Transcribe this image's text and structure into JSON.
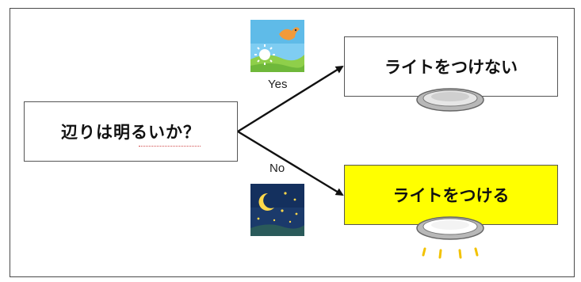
{
  "question": {
    "text": "辺りは明るいか？"
  },
  "outcomes": {
    "bright": {
      "text": "ライトをつけない"
    },
    "dark": {
      "text": "ライトをつける"
    }
  },
  "branches": {
    "yes": "Yes",
    "no": "No"
  },
  "colors": {
    "highlight": "#ffff00",
    "day_sky": "#6ec6f0",
    "night_sky": "#1b3a6b",
    "arrow": "#111111"
  },
  "icons": {
    "day": "sun-bird-day-icon",
    "night": "moon-stars-night-icon",
    "light_off": "ceiling-light-off-icon",
    "light_on": "ceiling-light-on-icon"
  }
}
